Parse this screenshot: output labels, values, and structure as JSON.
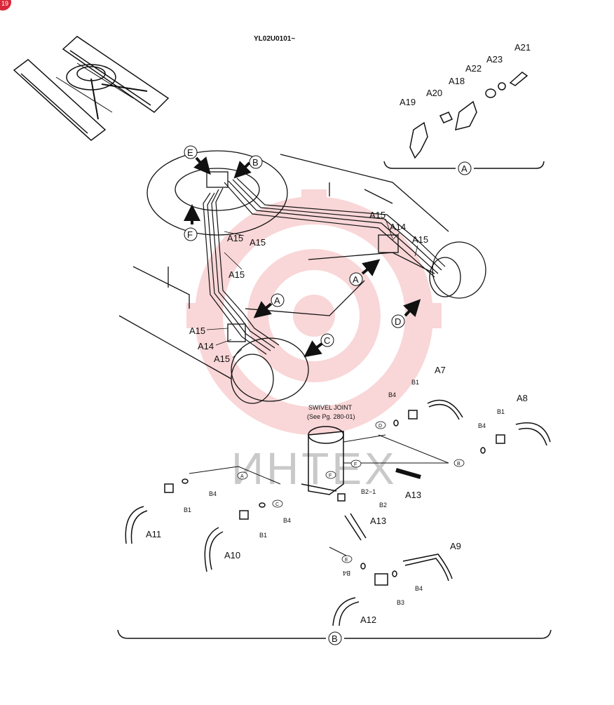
{
  "page_badge": "19",
  "model_code": "YL02U0101~",
  "watermark": {
    "text": "ИНТЕХ",
    "color": "#e8474d"
  },
  "detail_a": {
    "circle": "A",
    "parts": [
      "A19",
      "A20",
      "A18",
      "A22",
      "A23",
      "A21"
    ]
  },
  "detail_b": {
    "circle": "B",
    "swivel_title": "SWIVEL JOINT",
    "swivel_ref": "(See Pg. 280-01)",
    "parts": [
      "A7",
      "A8",
      "A9",
      "A10",
      "A11",
      "A12",
      "A13",
      "A13",
      "B1",
      "B1",
      "B1",
      "B1",
      "B2",
      "B2−1",
      "B3",
      "B4",
      "B4",
      "B4",
      "B4",
      "B4",
      "B4"
    ],
    "small_circles": [
      "A",
      "B",
      "C",
      "D",
      "E",
      "F",
      "F"
    ]
  },
  "main_view": {
    "arrows": [
      "E",
      "B",
      "F",
      "A",
      "A",
      "C",
      "D"
    ],
    "parts": [
      "A15",
      "A15",
      "A15",
      "A15",
      "A15",
      "A15",
      "A15",
      "A14",
      "A14"
    ]
  }
}
